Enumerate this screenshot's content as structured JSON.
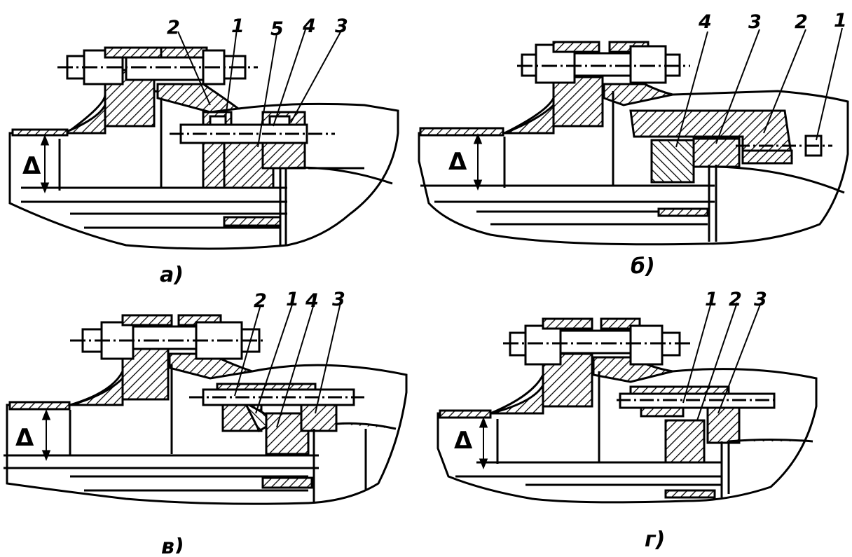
{
  "diagram": {
    "line_color": "#000000",
    "background": "#ffffff",
    "delta_symbol": "Δ",
    "panels": [
      {
        "id": "a",
        "caption": "а)",
        "labels": [
          "2",
          "1",
          "5",
          "4",
          "3"
        ]
      },
      {
        "id": "b",
        "caption": "б)",
        "labels": [
          "4",
          "3",
          "2",
          "1"
        ]
      },
      {
        "id": "v",
        "caption": "в)",
        "labels": [
          "2",
          "1",
          "4",
          "3"
        ]
      },
      {
        "id": "g",
        "caption": "г)",
        "labels": [
          "1",
          "2",
          "3"
        ]
      }
    ]
  }
}
